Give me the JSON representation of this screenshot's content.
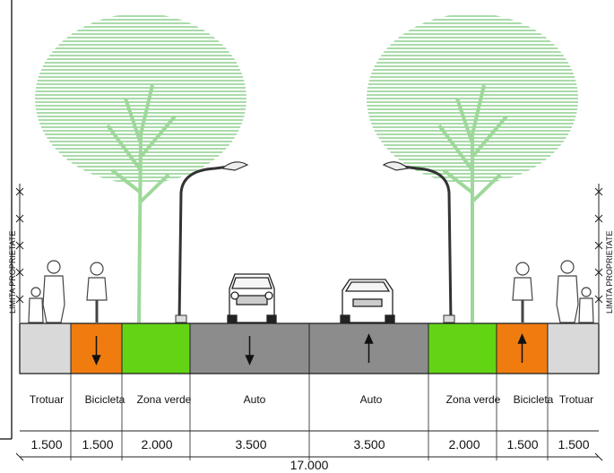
{
  "property_limit_label": "LIMITA PROPRIETATE",
  "segments": [
    {
      "label": "Trotuar",
      "width": "1.500",
      "color": "#d9d9d9"
    },
    {
      "label": "Bicicleta",
      "width": "1.500",
      "color": "#f07c10",
      "arrow": "down"
    },
    {
      "label": "Zona verde",
      "width": "2.000",
      "color": "#63d414"
    },
    {
      "label": "Auto",
      "width": "3.500",
      "color": "#8c8c8c",
      "arrow": "down"
    },
    {
      "label": "Auto",
      "width": "3.500",
      "color": "#8c8c8c",
      "arrow": "up"
    },
    {
      "label": "Zona verde",
      "width": "2.000",
      "color": "#63d414"
    },
    {
      "label": "Bicicleta",
      "width": "1.500",
      "color": "#f07c10",
      "arrow": "up"
    },
    {
      "label": "Trotuar",
      "width": "1.500",
      "color": "#d9d9d9"
    }
  ],
  "total_width": "17.000",
  "colors": {
    "tree": "#7cc77c",
    "trunk": "#a8dca0",
    "line": "#222222"
  }
}
